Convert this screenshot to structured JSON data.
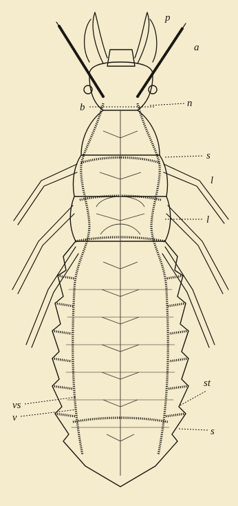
{
  "colors": {
    "paper": "#f5eccd",
    "ink": "#1a1712"
  },
  "labels": {
    "p": "p",
    "a": "a",
    "b": "b",
    "n": "n",
    "s_upper": "s",
    "l_leg": "l",
    "l_trachea": "l",
    "st": "st",
    "vs": "vs",
    "v": "v",
    "s_lower": "s"
  }
}
